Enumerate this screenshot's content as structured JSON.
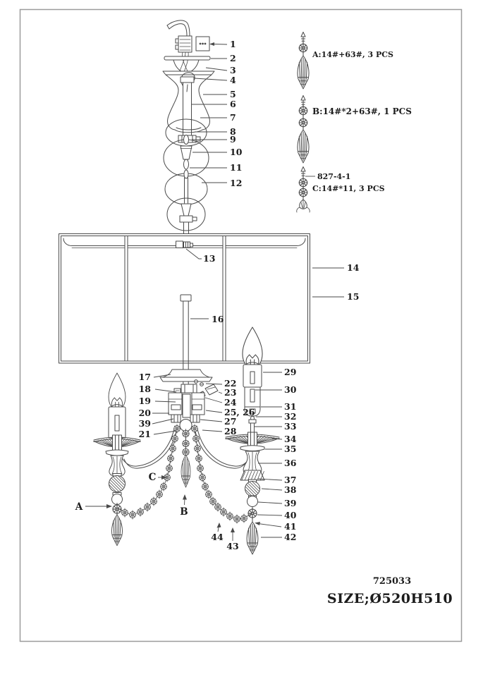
{
  "diagram": {
    "model_number": "725033",
    "size_label": "SIZE;Ø520H510"
  },
  "reference_column": {
    "spec_a": "A:14#+63#, 3 PCS",
    "spec_b": "B:14#*2+63#, 1 PCS",
    "assembly_code": "827-4-1",
    "spec_c": "C:14#*11, 3 PCS"
  },
  "chain_point_labels": {
    "a": "A",
    "b": "B",
    "c": "C"
  },
  "callouts": {
    "n1": "1",
    "n2": "2",
    "n3": "3",
    "n4": "4",
    "n5": "5",
    "n6": "6",
    "n7": "7",
    "n8": "8",
    "n9": "9",
    "n10": "10",
    "n11": "11",
    "n12": "12",
    "n13": "13",
    "n14": "14",
    "n15": "15",
    "n16": "16",
    "n17": "17",
    "n18": "18",
    "n19": "19",
    "n20": "20",
    "n21": "21",
    "n22": "22",
    "n23": "23",
    "n24": "24",
    "n25_26": "25, 26",
    "n27": "27",
    "n28": "28",
    "n29": "29",
    "n30": "30",
    "n31": "31",
    "n32": "32",
    "n33": "33",
    "n34": "34",
    "n35": "35",
    "n36": "36",
    "n37": "37",
    "n38": "38",
    "n39_left": "39",
    "n39_right": "39",
    "n40": "40",
    "n41": "41",
    "n42": "42",
    "n43": "43",
    "n44": "44"
  },
  "colors": {
    "ink": "#1b1b1b",
    "line": "#4a4a4a",
    "page_border": "#9b9b9b",
    "background": "#ffffff"
  }
}
